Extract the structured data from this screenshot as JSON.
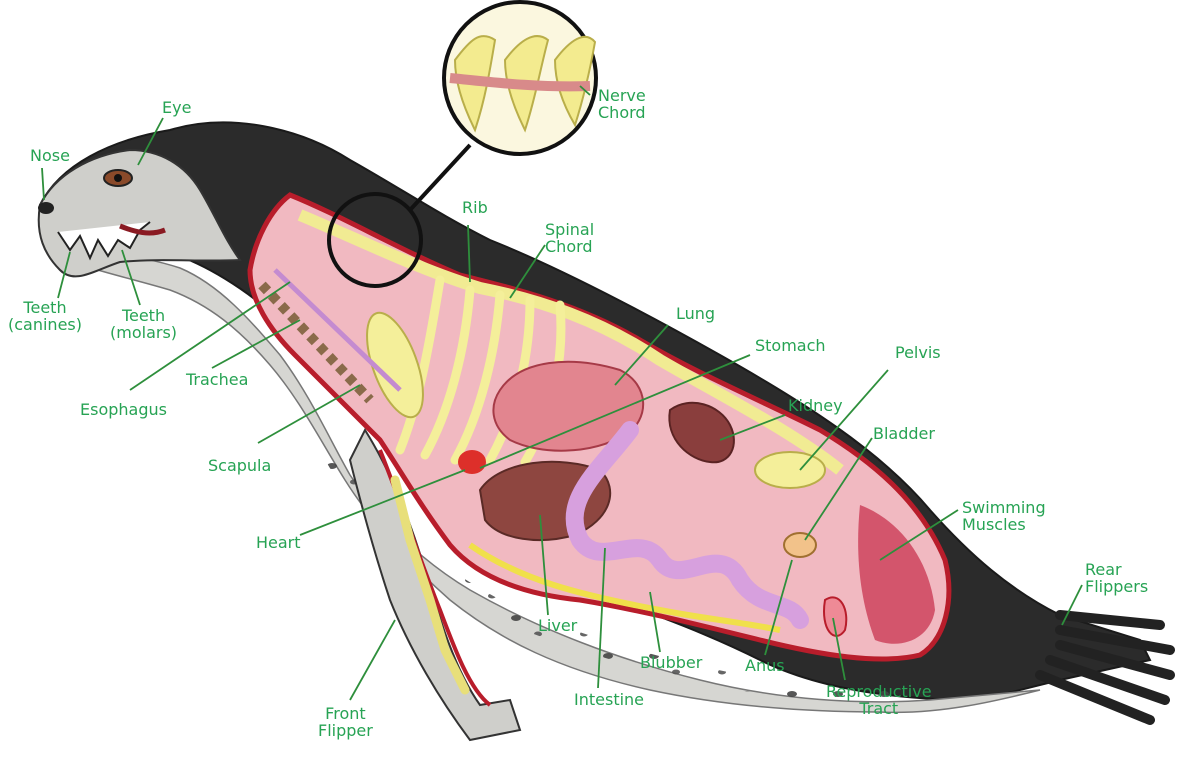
{
  "labels": {
    "nose": "Nose",
    "eye": "Eye",
    "teeth_canines": "Teeth\n(canines)",
    "teeth_molars": "Teeth\n(molars)",
    "esophagus": "Esophagus",
    "trachea": "Trachea",
    "scapula": "Scapula",
    "heart": "Heart",
    "front_flipper": "Front\nFlipper",
    "nerve_chord": "Nerve\nChord",
    "rib": "Rib",
    "spinal_chord": "Spinal\nChord",
    "lung": "Lung",
    "stomach": "Stomach",
    "pelvis": "Pelvis",
    "kidney": "Kidney",
    "bladder": "Bladder",
    "swimming_muscles": "Swimming\nMuscles",
    "rear_flippers": "Rear\nFlippers",
    "liver": "Liver",
    "intestine": "Intestine",
    "blubber": "Blubber",
    "anus": "Anus",
    "reproductive_tract": "Reproductive\nTract"
  },
  "colors": {
    "label_text": "#27a354",
    "leader_line": "#2e8f3c",
    "fur_dark": "#2a2a2a",
    "fur_light": "#d9d9d4",
    "body_cavity": "#f0b7bf",
    "body_outline": "#b81d2b",
    "bone": "#f4ef9a",
    "lung": "#e2858f",
    "liver": "#8e4640",
    "intestine": "#d7a0de",
    "kidney": "#8a3e3d",
    "heart": "#dd2f2a",
    "swimming_muscle": "#c8344f"
  }
}
